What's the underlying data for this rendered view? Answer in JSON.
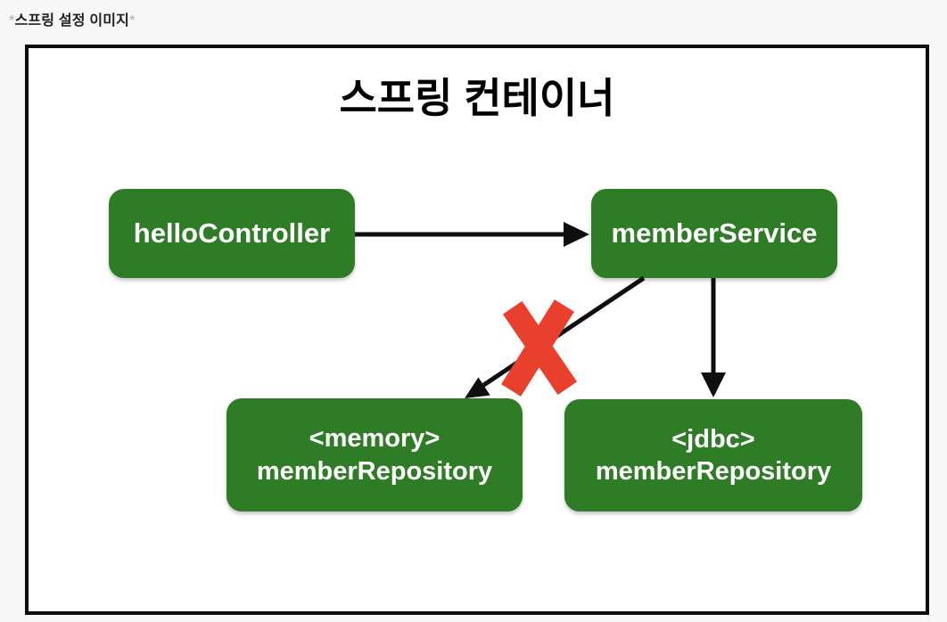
{
  "header": {
    "asterisk_prefix": "*",
    "caption": "스프링 설정 이미지",
    "asterisk_suffix": "*"
  },
  "diagram": {
    "title": "스프링 컨테이너",
    "nodes": {
      "hello_controller": {
        "label": "helloController"
      },
      "member_service": {
        "label": "memberService"
      },
      "memory_member_repository": {
        "line1": "<memory>",
        "line2": "memberRepository"
      },
      "jdbc_member_repository": {
        "line1": "<jdbc>",
        "line2": "memberRepository"
      }
    },
    "edges": [
      {
        "from": "helloController",
        "to": "memberService",
        "type": "arrow"
      },
      {
        "from": "memberService",
        "to": "<memory> memberRepository",
        "type": "arrow",
        "crossed_out": true
      },
      {
        "from": "memberService",
        "to": "<jdbc> memberRepository",
        "type": "arrow",
        "crossed_out": false
      }
    ],
    "colors": {
      "node_fill": "#2e7c25",
      "node_text": "#ffffff",
      "arrow": "#0f0f0f",
      "cross_mark": "#e8402c",
      "container_border": "#0d0d0d",
      "container_bg": "#ffffff",
      "page_bg": "#f7f7f7"
    }
  }
}
